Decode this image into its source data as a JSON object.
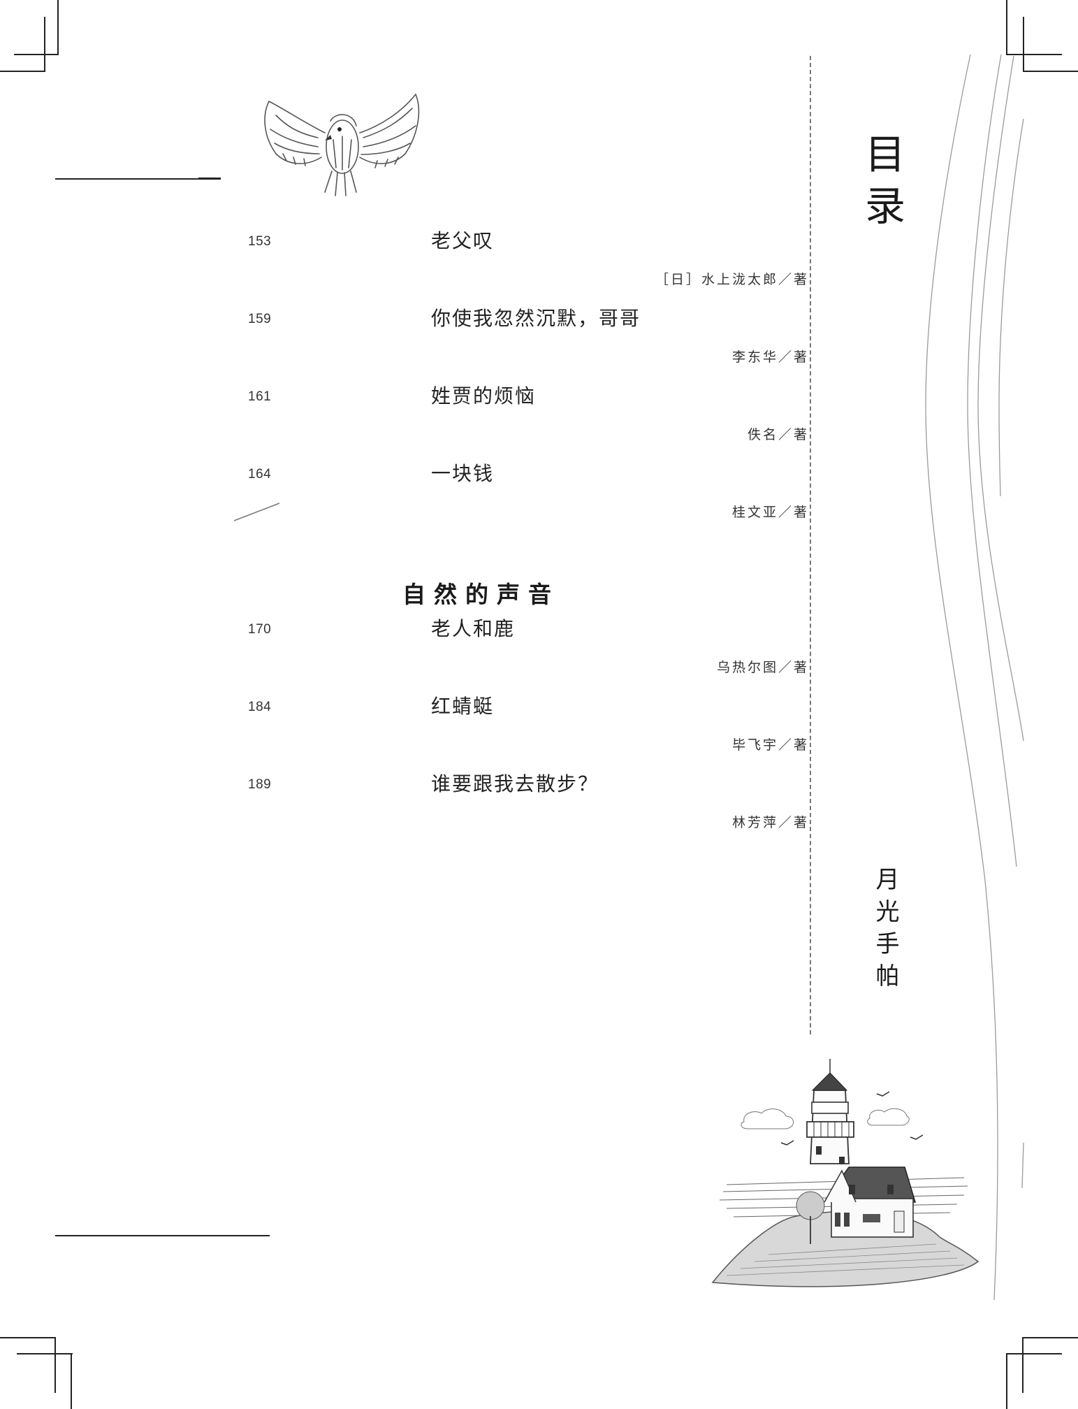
{
  "page": {
    "contents_title": "目录",
    "book_title": "月光手帕"
  },
  "toc": {
    "entries_part1": [
      {
        "page": "153",
        "title": "老父叹",
        "author": "［日］水上泷太郎／著"
      },
      {
        "page": "159",
        "title": "你使我忽然沉默，哥哥",
        "author": "李东华／著"
      },
      {
        "page": "161",
        "title": "姓贾的烦恼",
        "author": "佚名／著"
      },
      {
        "page": "164",
        "title": "一块钱",
        "author": "桂文亚／著"
      }
    ],
    "section": {
      "heading": "自然的声音",
      "entries": [
        {
          "page": "170",
          "title": "老人和鹿",
          "author": "乌热尔图／著"
        },
        {
          "page": "184",
          "title": "红蜻蜓",
          "author": "毕飞宇／著"
        },
        {
          "page": "189",
          "title": "谁要跟我去散步？",
          "author": "林芳萍／著"
        }
      ]
    }
  },
  "illustrations": {
    "top": "bird-sketch",
    "bottom": "lighthouse-sketch"
  },
  "colors": {
    "ink": "#1a1a1a",
    "divider": "#777777",
    "curves": "#9a9a9a"
  }
}
